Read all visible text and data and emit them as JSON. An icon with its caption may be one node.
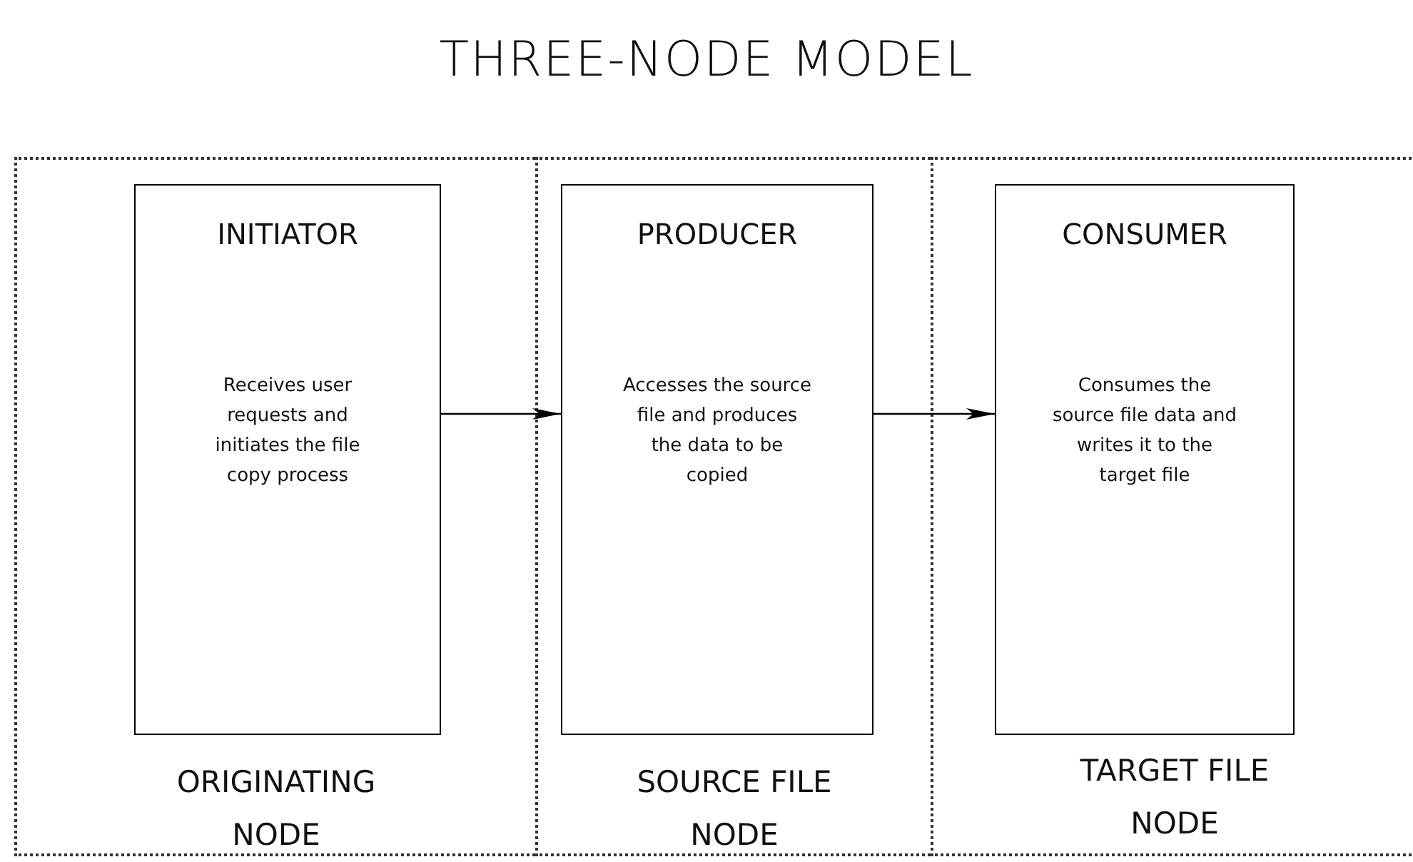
{
  "diagram": {
    "title": "THREE-NODE MODEL",
    "nodes": [
      {
        "text": [
          "ORIGINATING NODE"
        ]
      },
      {
        "text": [
          "INITIATOR",
          "Receives user requests and initiates the file copy process"
        ],
        "in": 0
      },
      {
        "text": [
          "SOURCE FILE NODE"
        ]
      },
      {
        "text": [
          "PRODUCER",
          "Accesses the source file and produces the data to be copied"
        ],
        "in": 2
      },
      {
        "text": [
          "TARGET FILE NODE"
        ]
      },
      {
        "text": [
          "CONSUMER",
          "Consumes the source file data and writes it to the target file"
        ],
        "in": 4
      }
    ],
    "edges": [
      {
        "from": 1,
        "to": 3,
        "arrow": "to"
      },
      {
        "from": 3,
        "to": 5,
        "arrow": "to"
      }
    ]
  }
}
